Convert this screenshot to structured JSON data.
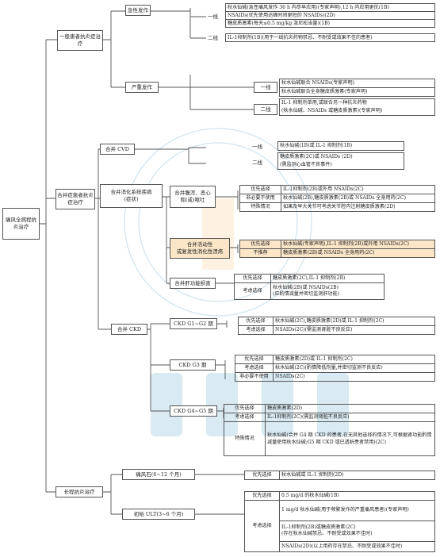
{
  "root": "痛风全病程抗炎治疗",
  "general": {
    "title": "一般患者抗炎症治疗",
    "acute": {
      "label": "急性发作",
      "line1": "一线",
      "line1_items": [
        "秋水仙碱(急性痛风发作 36 h 内尽早应用)(专家声明),12 h 内应用更优(1B)",
        "NSAIDs(优先使用达峰时间更短的 NSAIDs)(2D)",
        "糖皮质激素(每天≤0.5 mg/kg 泼尼松当量)(1B)"
      ],
      "line2": "二线",
      "line2_item": "IL-1抑制剂(1B)(用于一线抗炎药物禁忌、不耐受或效果不佳的患者)"
    },
    "severe": {
      "label": "严重发作",
      "line1": "一线",
      "line1_items": [
        "秋水仙碱联合 NSAIDs(专家声明)",
        "秋水仙碱联合全身糖皮质激素(专家声明)"
      ],
      "line2": "二线",
      "line2_items": [
        "IL-1 抑制剂单用,或联合另一种抗炎药物",
        "(秋水仙碱、NSAIDs 或糖皮质激素)(专家声明)"
      ]
    }
  },
  "comorbid": {
    "title": "合并症患者抗炎症治疗",
    "cvd": {
      "label": "合并 CVD",
      "line1": "一线",
      "line1_item": "秋水仙碱(1B)或 IL-1 抑制剂(1B)",
      "line2": "二线",
      "line2_items": [
        "糖皮质激素(2C)或 NSAIDs (2D)",
        "(需监测心血管不良事件)"
      ]
    },
    "gi": {
      "label_1": "合并消化系统疾病",
      "label_2": "(症状)",
      "diarrhea": {
        "label_1": "合并腹泻、恶心",
        "label_2": "和(或)呕吐",
        "rows": [
          {
            "key": "优先选择",
            "value": "IL-1抑制剂(2B)或外用 NSAIDs(2C)"
          },
          {
            "key": "非必要不使用",
            "value": "秋水仙碱(2B),糖皮质激素(2B)或 NSAIDs 全身用药(2C)"
          },
          {
            "key": "特殊情况",
            "value": "如果及早大关节可考虑关节腔内注射糖皮质激素(2D)"
          }
        ]
      },
      "ulcer": {
        "label_1": "合并活动性",
        "label_2": "或复发性消化性溃疡",
        "rows": [
          {
            "key": "优先选择",
            "value": "秋水仙碱(专家声明),IL-1 抑制剂(2B)或外用 NSAIDs(2C)"
          },
          {
            "key": "不推荐",
            "value": "糖皮质激素(2B)或 NSAIDs 全身用药(2C)"
          }
        ]
      },
      "liver": {
        "label": "合并肝功能损害",
        "pref_key": "优先选择",
        "pref_value": "糖皮质激素(2C),IL-1 抑制剂(2B)",
        "cons_key": "考虑选择",
        "cons_values": [
          "秋水仙碱(2B)或 NSAIDs(2B)",
          "(应酌情减量并密切监测肝功能)"
        ]
      }
    },
    "ckd": {
      "label": "合并 CKD",
      "g12": {
        "label": "CKD G1~G2 期",
        "rows": [
          {
            "key": "优先选择",
            "value": "秋水仙碱(2C),糖皮质激素(2D)或 IL-1 抑制剂(2C)"
          },
          {
            "key": "考虑选择",
            "value": "NSAIDs(2C)(需监测肾脏不良反应)"
          }
        ]
      },
      "g3": {
        "label": "CKD G3 期",
        "rows": [
          {
            "key": "优先选择",
            "value": "糖皮质激素(2D)或 IL-1 抑制剂(2C)"
          },
          {
            "key": "考虑选择",
            "value": "秋水仙碱(2C)(酌情降低剂量,并密切监测不良反应)"
          },
          {
            "key": "非必要不使用",
            "value": "NSAIDs(2C)"
          }
        ]
      },
      "g45": {
        "label": "CKD G4~G5 期",
        "rows": [
          {
            "key": "优先选择",
            "value": "糖皮质激素(2D)"
          },
          {
            "key": "考虑选择",
            "value": "IL-1抑制剂(2C)(需监测肾脏不良反应)"
          }
        ],
        "special_key": "特殊情况",
        "special_value": "秋水仙碱(合并 G4 期 CKD 的患者,在无其他选择的情况下,可根据肾功能酌情减量使用秋水仙碱;G5 期 CKD 或已透析患者禁用)(2C)"
      }
    }
  },
  "longterm": {
    "title": "长程抗炎治疗",
    "flare": {
      "label": "痛风石(6~12 个月)",
      "key": "优先选择",
      "value": "秋水仙碱或 IL-1 抑制剂(2D)"
    },
    "ult": {
      "label": "初始 ULT(3~6 个月)",
      "pref_key": "优先选择",
      "pref_value": "0.5 mg/d 的秋水仙碱(1B)",
      "cons_key": "考虑选择",
      "cons_values": [
        "1 mg/d 秋水仙碱(用于频繁发作的严重痛风患者)(专家声明)",
        "IL-1抑制剂(2B)或糖皮质激素(2C)",
        "(存在秋水仙碱禁忌、不耐受或效果不佳时)",
        "NSAIDs(2D)(以上用药存在禁忌、不耐受或效果不佳时)"
      ]
    }
  }
}
